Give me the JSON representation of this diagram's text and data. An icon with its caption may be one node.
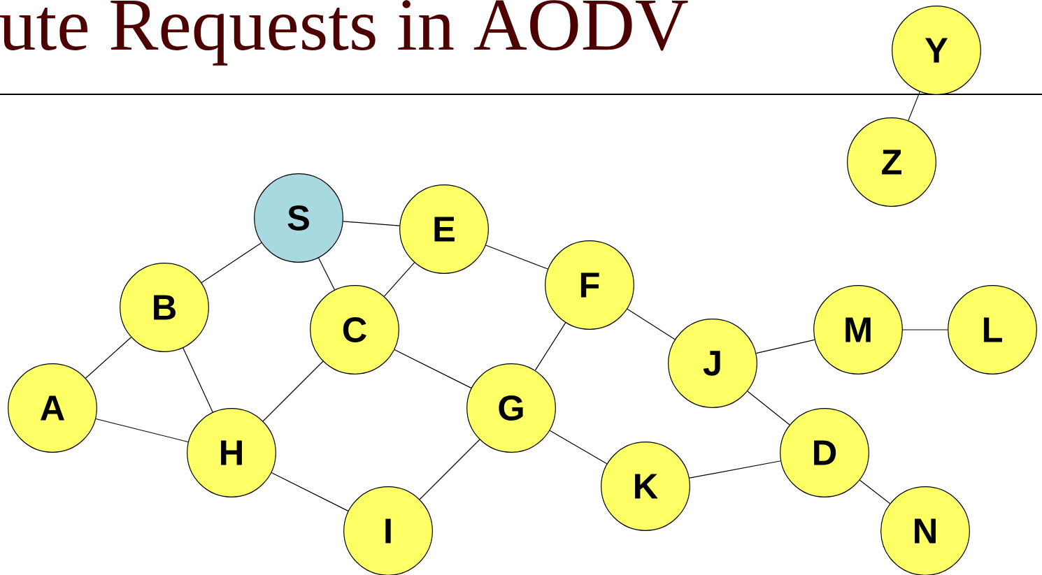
{
  "diagram": {
    "title": "ute Requests in AODV",
    "nodes": [
      {
        "text": [
          "Y"
        ]
      },
      {
        "text": [
          "Z"
        ]
      },
      {
        "text": [
          "S"
        ]
      },
      {
        "text": [
          "E"
        ]
      },
      {
        "text": [
          "F"
        ]
      },
      {
        "text": [
          "B"
        ]
      },
      {
        "text": [
          "C"
        ]
      },
      {
        "text": [
          "M"
        ]
      },
      {
        "text": [
          "L"
        ]
      },
      {
        "text": [
          "J"
        ]
      },
      {
        "text": [
          "A"
        ]
      },
      {
        "text": [
          "G"
        ]
      },
      {
        "text": [
          "H"
        ]
      },
      {
        "text": [
          "D"
        ]
      },
      {
        "text": [
          "K"
        ]
      },
      {
        "text": [
          "I"
        ]
      },
      {
        "text": [
          "N"
        ]
      }
    ],
    "edges": [
      {
        "from": 0,
        "to": 1,
        "arrow": "none"
      },
      {
        "from": 2,
        "to": 3,
        "arrow": "none"
      },
      {
        "from": 2,
        "to": 5,
        "arrow": "none"
      },
      {
        "from": 2,
        "to": 6,
        "arrow": "none"
      },
      {
        "from": 3,
        "to": 6,
        "arrow": "none"
      },
      {
        "from": 3,
        "to": 4,
        "arrow": "none"
      },
      {
        "from": 5,
        "to": 10,
        "arrow": "none"
      },
      {
        "from": 5,
        "to": 12,
        "arrow": "none"
      },
      {
        "from": 6,
        "to": 12,
        "arrow": "none"
      },
      {
        "from": 6,
        "to": 11,
        "arrow": "none"
      },
      {
        "from": 4,
        "to": 11,
        "arrow": "none"
      },
      {
        "from": 4,
        "to": 9,
        "arrow": "none"
      },
      {
        "from": 9,
        "to": 7,
        "arrow": "none"
      },
      {
        "from": 7,
        "to": 8,
        "arrow": "none"
      },
      {
        "from": 9,
        "to": 13,
        "arrow": "none"
      },
      {
        "from": 10,
        "to": 12,
        "arrow": "none"
      },
      {
        "from": 12,
        "to": 15,
        "arrow": "none"
      },
      {
        "from": 11,
        "to": 15,
        "arrow": "none"
      },
      {
        "from": 11,
        "to": 14,
        "arrow": "none"
      },
      {
        "from": 14,
        "to": 13,
        "arrow": "none"
      },
      {
        "from": 13,
        "to": 16,
        "arrow": "none"
      }
    ]
  }
}
